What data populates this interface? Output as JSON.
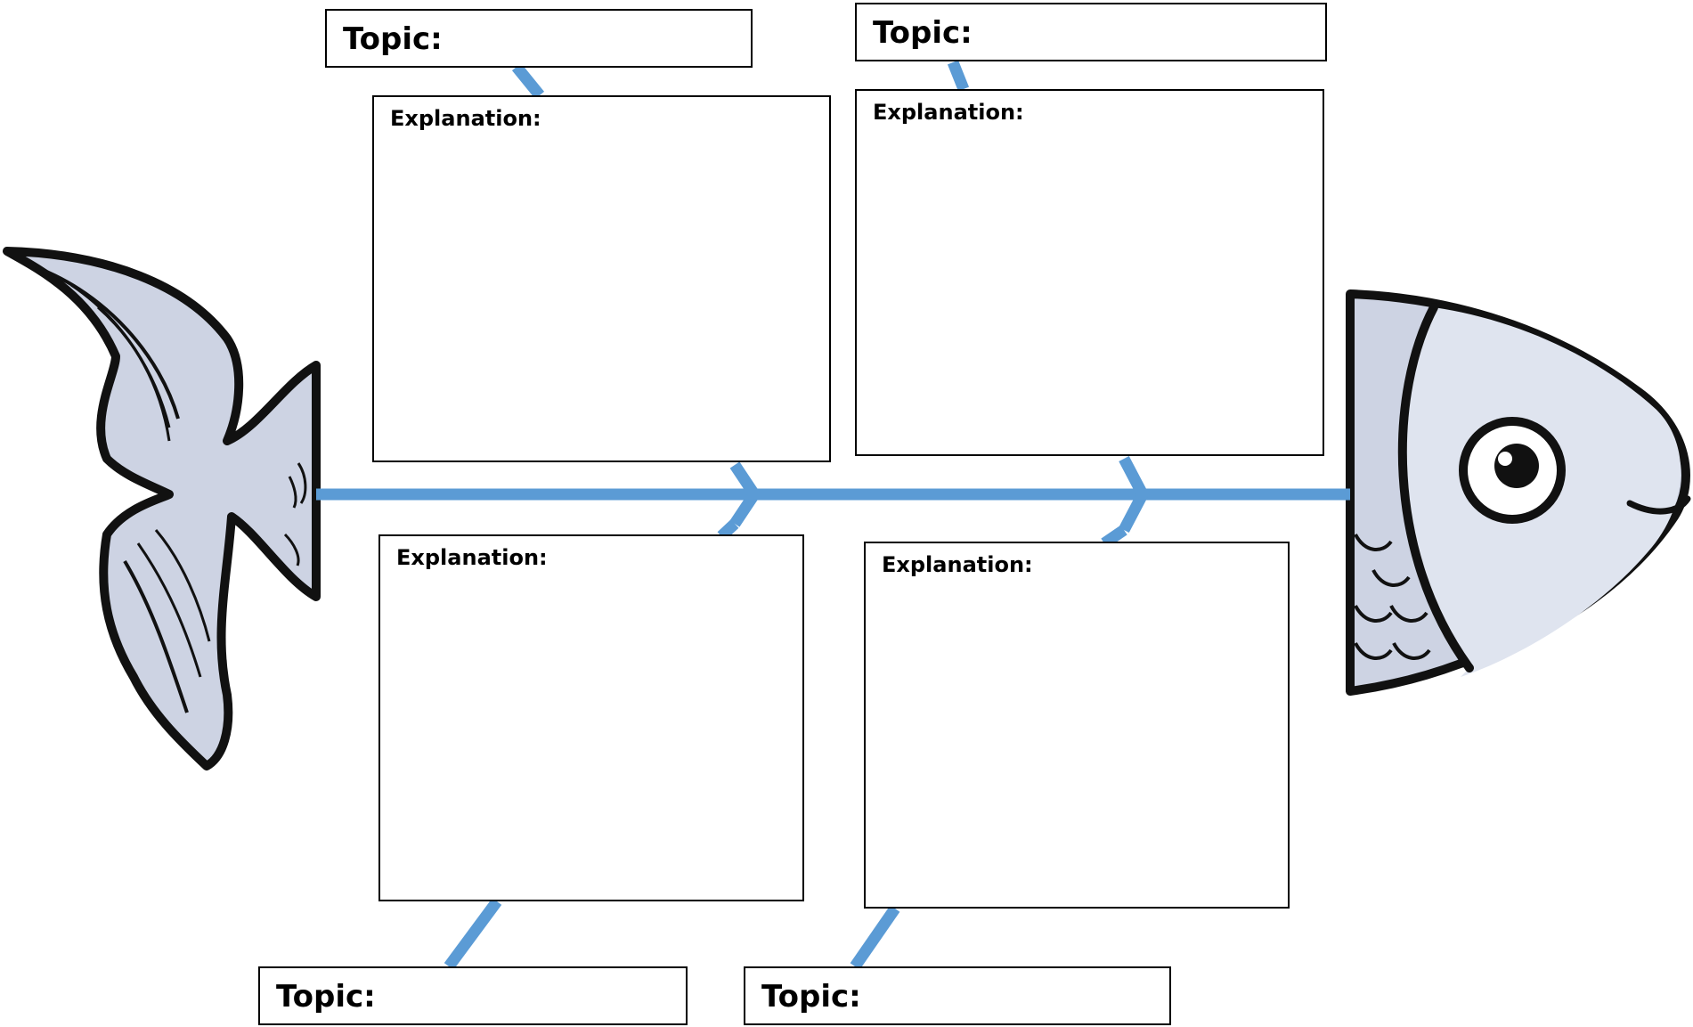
{
  "colors": {
    "spine": "#5b9bd5",
    "fish_body": "#cdd3e3",
    "fish_body_light": "#dfe4ef",
    "fish_outline": "#111111"
  },
  "diagram_type": "fishbone",
  "topics": [
    {
      "label": "Topic:"
    },
    {
      "label": "Topic:"
    },
    {
      "label": "Topic:"
    },
    {
      "label": "Topic:"
    }
  ],
  "explanations": [
    {
      "label": "Explanation:"
    },
    {
      "label": "Explanation:"
    },
    {
      "label": "Explanation:"
    },
    {
      "label": "Explanation:"
    }
  ],
  "icons": {
    "tail": "fish-tail-icon",
    "head": "fish-head-icon"
  }
}
